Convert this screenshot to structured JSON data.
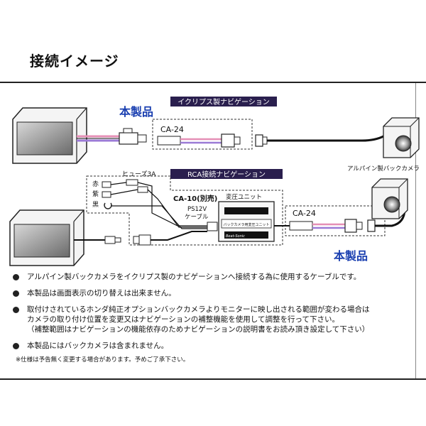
{
  "title": "接続イメージ",
  "upper": {
    "header": "イクリプス製ナビゲーション",
    "product_label": "本製品",
    "cable_name": "CA-24",
    "camera_label": "アルパイン製バックカメラ"
  },
  "lower": {
    "header": "RCA接続ナビゲーション",
    "fuse_label": "ヒューズ3A",
    "wire_red": "赤",
    "wire_purple": "紫",
    "wire_black": "黒",
    "ca10_label": "CA-10(別売)",
    "ps12v_line1": "PS12V",
    "ps12v_line2": "ケーブル",
    "converter_label": "変圧ユニット",
    "converter_plate": "バックカメラ用変圧ユニット",
    "brand_small": "Beat-Sonic",
    "cable_name": "CA-24",
    "product_label": "本製品"
  },
  "notes": [
    {
      "lines": [
        "アルパイン製バックカメラをイクリプス製のナビゲーションへ接続する為に使用するケーブルです。"
      ]
    },
    {
      "lines": [
        "本製品は画面表示の切り替えは出来ません。"
      ]
    },
    {
      "lines": [
        "取付けされているホンダ純正オプションバックカメラよりモニターに映し出される範囲が変わる場合は",
        "カメラの取り付け位置を変更又はナビゲーションの補整機能を使用して調整を行って下さい。",
        "（補整範囲はナビゲーションの機能依存のためナビゲーションの説明書をお読み頂き設定して下さい）"
      ]
    },
    {
      "lines": [
        "本製品にはバックカメラは含まれません。"
      ]
    }
  ],
  "footnote": "※仕様は予告無く変更する場合があります。予めご了承下さい。",
  "colors": {
    "header_bg": "#2a1f4e",
    "product_blue": "#1a3fb0",
    "wire_pink": "#e58fb6",
    "wire_purple": "#9b7ad6"
  }
}
